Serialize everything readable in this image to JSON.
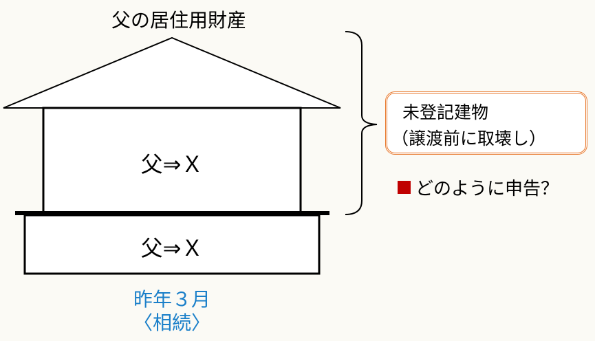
{
  "title": "父の居住用財産",
  "building_upper": {
    "label": "父⇒Ｘ"
  },
  "building_lower": {
    "label": "父⇒Ｘ"
  },
  "event": {
    "date": "昨年３月",
    "type": "〈相続〉"
  },
  "callout": {
    "line1": "未登記建物",
    "line2": "（譲渡前に取壊し）"
  },
  "question": "どのように申告？",
  "colors": {
    "accent_blue": "#1a7fc9",
    "callout_border": "#e8792e",
    "bullet": "#c00000",
    "background": "#fbfaf5"
  }
}
